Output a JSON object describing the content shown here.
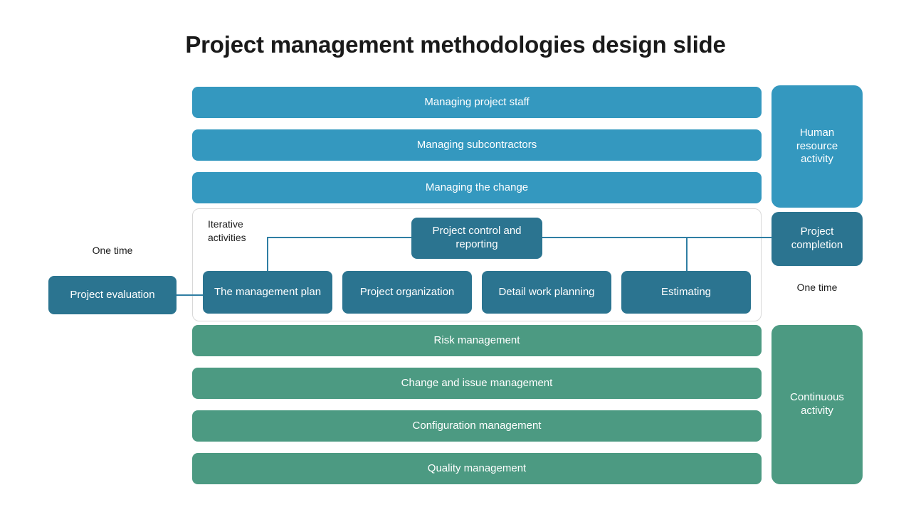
{
  "slide": {
    "title": "Project management methodologies design slide"
  },
  "colors": {
    "light_blue": "#3498bf",
    "dark_blue": "#2b7490",
    "green": "#4c9a82",
    "connector": "#2f7ea3",
    "container_border": "#d8d8d8",
    "text_dark": "#1a1a1a",
    "text_on_fill": "#ffffff"
  },
  "top_bars": [
    {
      "label": "Managing project staff"
    },
    {
      "label": "Managing subcontractors"
    },
    {
      "label": "Managing the change"
    }
  ],
  "bottom_bars": [
    {
      "label": "Risk management"
    },
    {
      "label": "Change and issue management"
    },
    {
      "label": "Configuration management"
    },
    {
      "label": "Quality management"
    }
  ],
  "side_panels": {
    "human_resource": "Human resource activity",
    "project_completion": "Project completion",
    "continuous": "Continuous activity"
  },
  "labels": {
    "one_time_left": "One time",
    "one_time_right": "One time",
    "iterative": "Iterative activities"
  },
  "left_node": {
    "label": "Project evaluation"
  },
  "iterative": {
    "control_node": "Project control and reporting",
    "nodes": [
      {
        "label": "The management plan"
      },
      {
        "label": "Project organization"
      },
      {
        "label": "Detail work planning"
      },
      {
        "label": "Estimating"
      }
    ]
  }
}
